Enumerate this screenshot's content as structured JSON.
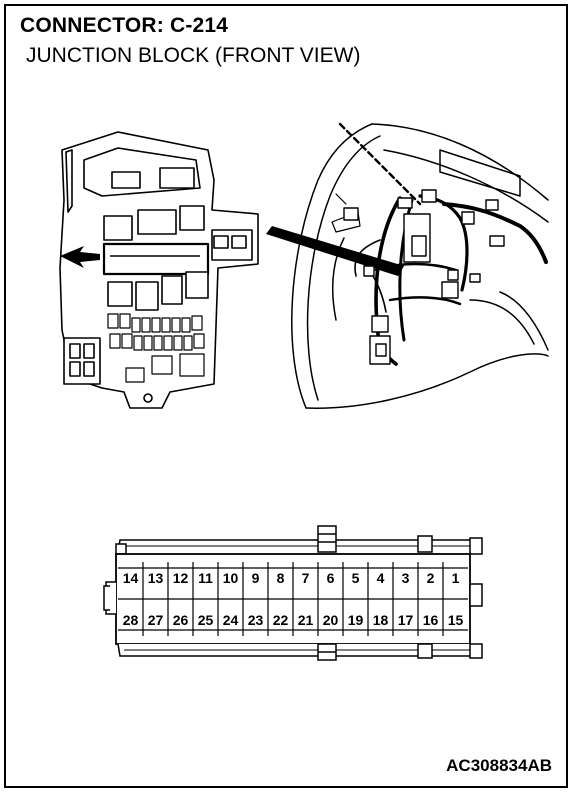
{
  "header": {
    "title": "CONNECTOR: C-214",
    "subtitle": "JUNCTION BLOCK (FRONT VIEW)"
  },
  "illustration": {
    "junction_block_icon": "junction-block-drawing",
    "dashboard_icon": "dashboard-harness-drawing"
  },
  "connector": {
    "top_row": [
      "14",
      "13",
      "12",
      "11",
      "10",
      "9",
      "8",
      "7",
      "6",
      "5",
      "4",
      "3",
      "2",
      "1"
    ],
    "bottom_row": [
      "28",
      "27",
      "26",
      "25",
      "24",
      "23",
      "22",
      "21",
      "20",
      "19",
      "18",
      "17",
      "16",
      "15"
    ]
  },
  "footer": {
    "figure_code": "AC308834AB"
  }
}
